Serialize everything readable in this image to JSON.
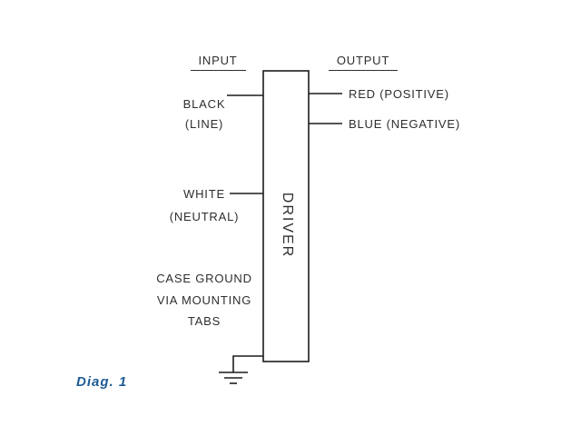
{
  "diagram": {
    "caption": "Diag. 1",
    "driver_label": "DRIVER",
    "headers": {
      "input": "INPUT",
      "output": "OUTPUT"
    },
    "input_wires": {
      "black": "BLACK",
      "black_sub": "(LINE)",
      "white": "WHITE",
      "white_sub": "(NEUTRAL)"
    },
    "ground_note": {
      "line1": "CASE GROUND",
      "line2": "VIA MOUNTING",
      "line3": "TABS"
    },
    "output_wires": {
      "red": "RED (POSITIVE)",
      "blue": "BLUE (NEGATIVE)"
    },
    "colors": {
      "background": "#ffffff",
      "line": "#1c1c1c",
      "text": "#2e2e2e",
      "caption": "#1e5b94"
    }
  }
}
